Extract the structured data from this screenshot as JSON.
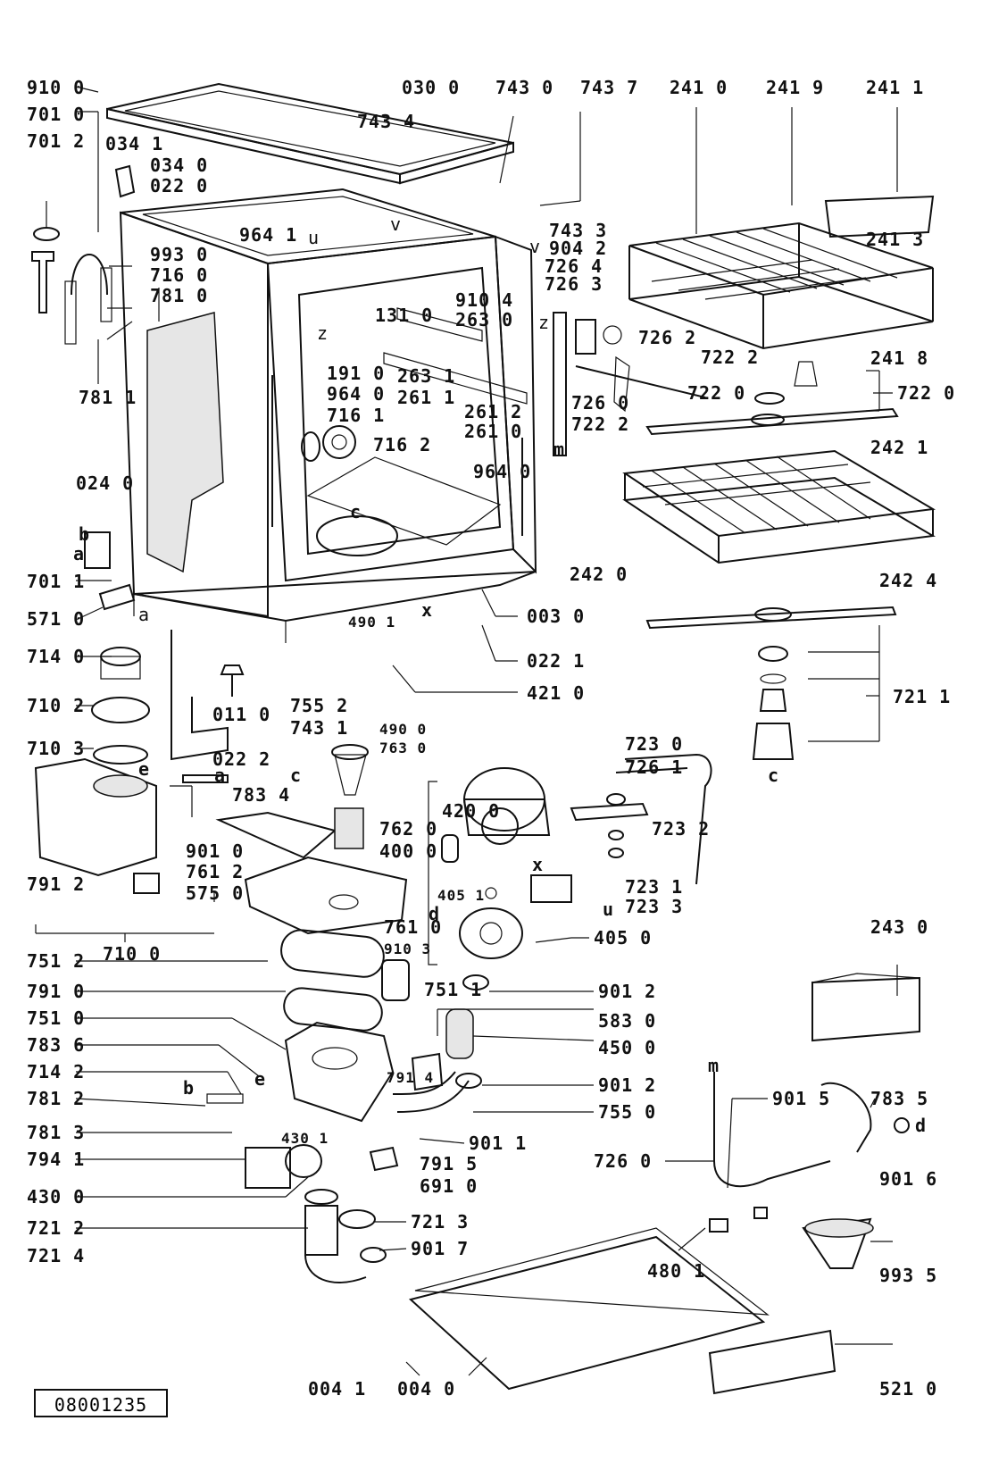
{
  "drawing_number": "08001235",
  "labels": {
    "p9100": "910 0",
    "p7010": "701 0",
    "p7012": "701 2",
    "p0341": "034 1",
    "p0340": "034 0",
    "p0220": "022 0",
    "p0300": "030 0",
    "p7434": "743 4",
    "p7430": "743 0",
    "p7437": "743 7",
    "p2410": "241 0",
    "p2419": "241 9",
    "p2411": "241 1",
    "p2413": "241 3",
    "p7433": "743 3",
    "p9042": "904 2",
    "p7264": "726 4",
    "p7263": "726 3",
    "p9641a": "964 1",
    "p9930": "993 0",
    "p7160": "716 0",
    "p7810": "781 0",
    "p7811": "781 1",
    "p1310": "131 0",
    "p9104": "910 4",
    "p2630": "263 0",
    "p7262": "726 2",
    "p2418": "241 8",
    "p7222a": "722 2",
    "p7220": "722 0",
    "p7222b": "722 0",
    "p1910": "191 0",
    "p9640a": "964 0",
    "p7161": "716 1",
    "p7162": "716 2",
    "p2631": "263 1",
    "p2611": "261 1",
    "p2612": "261 2",
    "p2610": "261 0",
    "p7260a": "726 0",
    "p7222c": "722 2",
    "p9640b": "964 0",
    "p2421": "242 1",
    "p0240": "024 0",
    "p2420": "242 0",
    "p2424": "242 4",
    "p7011": "701 1",
    "p0030": "003 0",
    "p5710": "571 0",
    "p4901": "490 1",
    "p0221": "022 1",
    "p7211": "721 1",
    "p7140": "714 0",
    "p7552": "755 2",
    "p4210": "421 0",
    "p7102": "710 2",
    "p0110": "011 0",
    "p7431": "743 1",
    "p4900": "490 0",
    "p7630": "763 0",
    "p7103": "710 3",
    "p0222": "022 2",
    "p7834": "783 4",
    "p7230": "723 0",
    "p7261": "726 1",
    "p4200": "420 0",
    "p7232": "723 2",
    "p7620": "762 0",
    "p4000": "400 0",
    "p9010": "901 0",
    "p7612": "761 2",
    "p7912": "791 2",
    "p5750": "575 0",
    "p7231": "723 1",
    "p4051": "405 1",
    "p7233": "723 3",
    "p7100": "710 0",
    "p7610": "761 0",
    "p9103": "910 3",
    "p4050": "405 0",
    "p2430": "243 0",
    "p7512": "751 2",
    "p7511": "751 1",
    "p9012a": "901 2",
    "p7910": "791 0",
    "p5830": "583 0",
    "p7510": "751 0",
    "p4500": "450 0",
    "p7836": "783 6",
    "p7914": "791 4",
    "p9012b": "901 2",
    "p7142": "714 2",
    "p7812": "781 2",
    "p7550": "755 0",
    "p9015": "901 5",
    "p7835": "783 5",
    "p7813": "781 3",
    "p9011": "901 1",
    "p7260b": "726 0",
    "p7941": "794 1",
    "p4301": "430 1",
    "p7915": "791 5",
    "p9016": "901 6",
    "p4300": "430 0",
    "p6910": "691 0",
    "p7212": "721 2",
    "p7213": "721 3",
    "p7214": "721 4",
    "p9017": "901 7",
    "p4801": "480 1",
    "p9935": "993 5",
    "p0041": "004 1",
    "p0040": "004 0",
    "p5210": "521 0"
  },
  "letters": {
    "z1": "z",
    "z2": "z",
    "u1": "u",
    "v1": "v",
    "v2": "v",
    "c1": "c",
    "c2": "c",
    "c3": "c",
    "x1": "x",
    "x2": "x",
    "a1": "a",
    "a2": "a",
    "a3": "a",
    "b1": "b",
    "b2": "b",
    "e1": "e",
    "e2": "e",
    "d1": "d",
    "d2": "d",
    "m1": "m",
    "m2": "m",
    "u2": "u"
  }
}
